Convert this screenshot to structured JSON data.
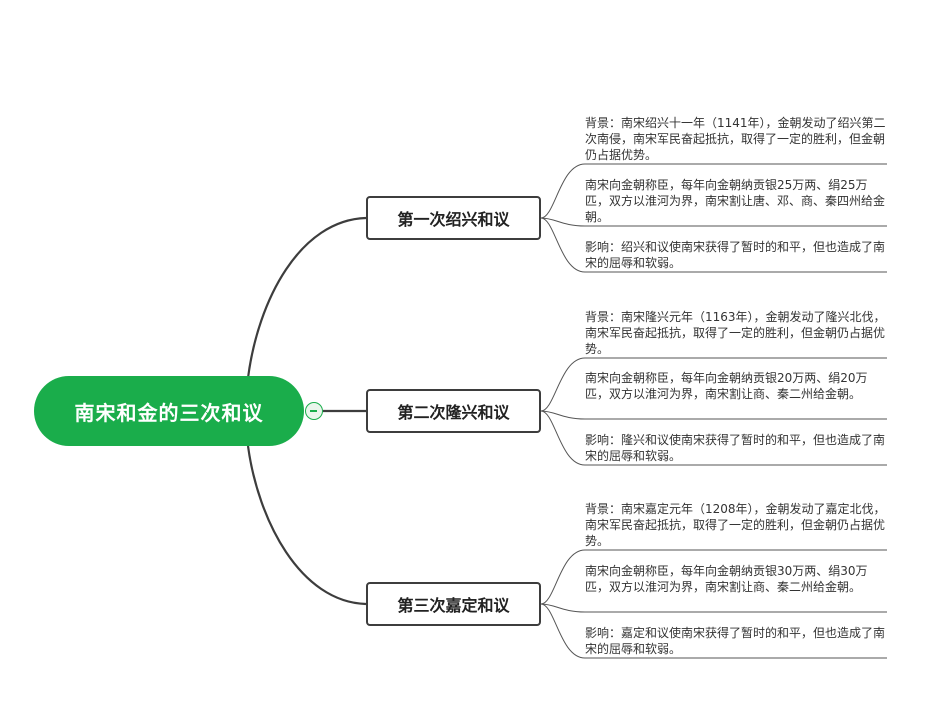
{
  "root": {
    "label": "南宋和金的三次和议"
  },
  "branches": [
    {
      "label": "第一次绍兴和议",
      "leaves": [
        "背景：南宋绍兴十一年（1141年），金朝发动了绍兴第二次南侵，南宋军民奋起抵抗，取得了一定的胜利，但金朝仍占据优势。",
        "南宋向金朝称臣，每年向金朝纳贡银25万两、绢25万匹，双方以淮河为界，南宋割让唐、邓、商、秦四州给金朝。",
        "影响：绍兴和议使南宋获得了暂时的和平，但也造成了南宋的屈辱和软弱。"
      ]
    },
    {
      "label": "第二次隆兴和议",
      "leaves": [
        "背景：南宋隆兴元年（1163年），金朝发动了隆兴北伐，南宋军民奋起抵抗，取得了一定的胜利，但金朝仍占据优势。",
        "南宋向金朝称臣，每年向金朝纳贡银20万两、绢20万匹，双方以淮河为界，南宋割让商、秦二州给金朝。",
        "影响：隆兴和议使南宋获得了暂时的和平，但也造成了南宋的屈辱和软弱。"
      ]
    },
    {
      "label": "第三次嘉定和议",
      "leaves": [
        "背景：南宋嘉定元年（1208年），金朝发动了嘉定北伐，南宋军民奋起抵抗，取得了一定的胜利，但金朝仍占据优势。",
        "南宋向金朝称臣，每年向金朝纳贡银30万两、绢30万匹，双方以淮河为界，南宋割让商、秦二州给金朝。",
        "影响：嘉定和议使南宋获得了暂时的和平，但也造成了南宋的屈辱和软弱。"
      ]
    }
  ],
  "colors": {
    "root_fill": "#1aad4b",
    "branch_border": "#3d3d3d",
    "connector": "#3d3d3d",
    "leaf_line": "#555555"
  }
}
